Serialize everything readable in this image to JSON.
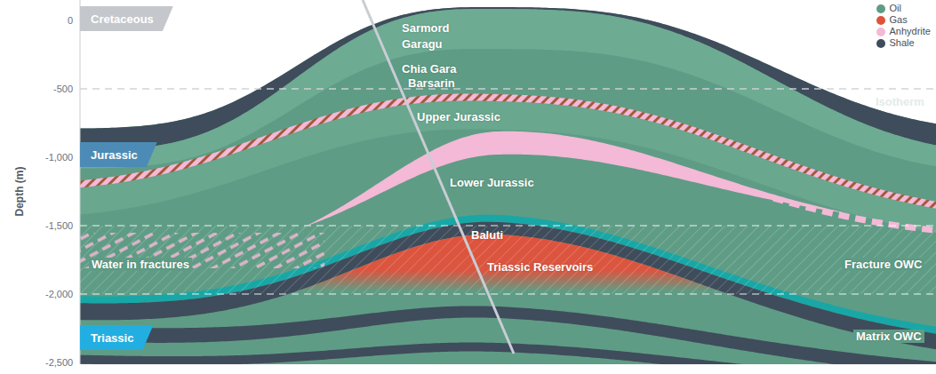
{
  "diagram": {
    "nodes": [
      {
        "text": [
          "Cretaceous"
        ]
      },
      {
        "text": [
          "Jurassic"
        ]
      },
      {
        "text": [
          "Triassic"
        ]
      }
    ],
    "labels": [
      "Depth (m)",
      "0",
      "-500",
      "-1,000",
      "-1,500",
      "-2,000",
      "-2,500",
      "Sarmord",
      "Garagu",
      "Chia Gara",
      "Barsarin",
      "Upper Jurassic",
      "Lower Jurassic",
      "Baluti",
      "Triassic Reservoirs",
      "Water in fractures",
      "Isotherm",
      "Fracture OWC",
      "Matrix OWC"
    ],
    "legend": [
      {
        "text": "Oil",
        "color": "#5f9c85"
      },
      {
        "text": "Gas",
        "color": "#e0523c"
      },
      {
        "text": "Anhydrite",
        "color": "#f3b9d6"
      },
      {
        "text": "Shale",
        "color": "#3f4c5b"
      }
    ]
  }
}
